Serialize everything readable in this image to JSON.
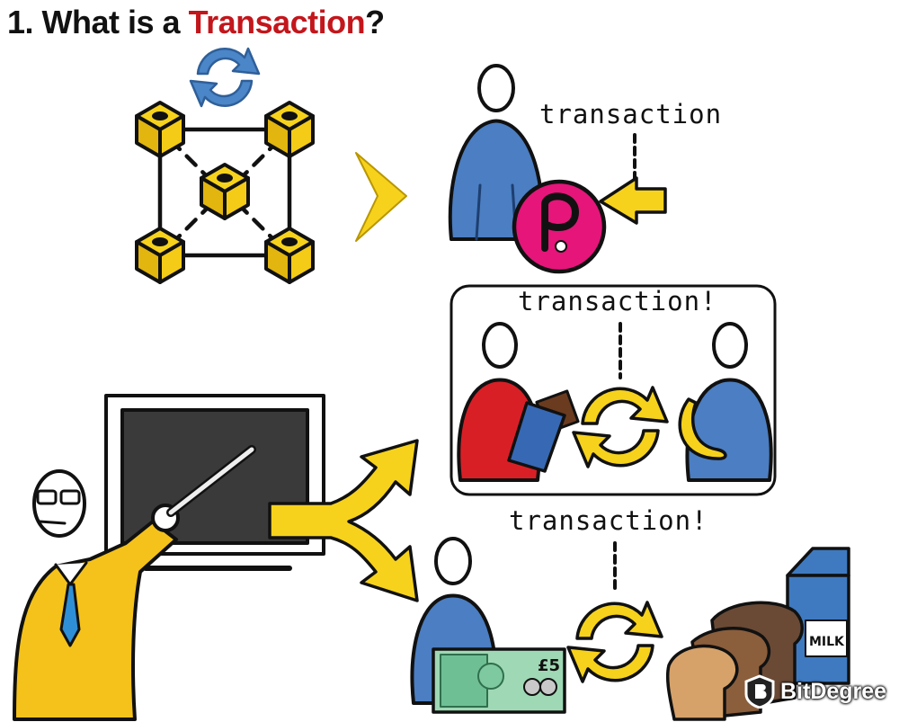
{
  "title": {
    "prefix": "1. What is a ",
    "highlight": "Transaction",
    "suffix": "?"
  },
  "labels": {
    "crypto": "transaction",
    "barter": "transaction!",
    "purchase": "transaction!"
  },
  "banknote": {
    "value": "£5"
  },
  "milk": {
    "text": "MILK"
  },
  "brand": {
    "name": "BitDegree",
    "icon": "bitdegree-shield-icon"
  },
  "colors": {
    "title_highlight": "#c3161c",
    "yellow": "#f6d21c",
    "blue_person": "#4b7ec2",
    "red_person": "#d91f26",
    "polkadot_pink": "#e6157a",
    "sync_blue": "#4a86c8",
    "board": "#3a3a3a"
  }
}
